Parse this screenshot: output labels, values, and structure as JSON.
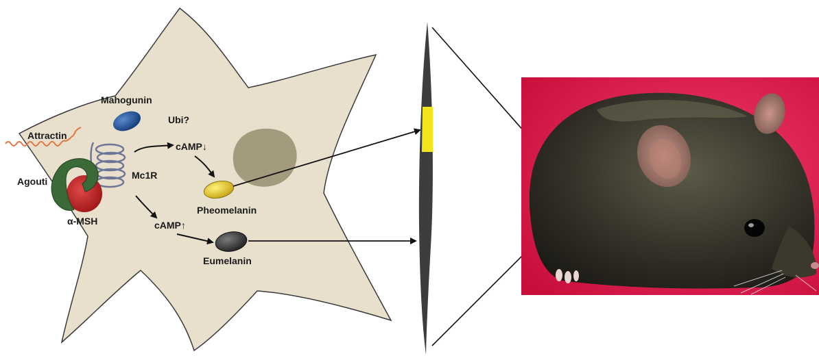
{
  "labels": {
    "mahogunin": "Mahogunin",
    "ubi": "Ubi?",
    "attractin": "Attractin",
    "camp_down": "cAMP↓",
    "mc1r": "Mc1R",
    "agouti": "Agouti",
    "pheomelanin": "Pheomelanin",
    "msh": "α-MSH",
    "camp_up": "cAMP↑",
    "eumelanin": "Eumelanin"
  },
  "colors": {
    "cell_fill": "#e8e0cd",
    "nucleus": "#a49b7e",
    "mahogunin": "#1d4b8c",
    "pheomelanin": "#e3c72c",
    "eumelanin": "#404040",
    "agouti": "#3b6a39",
    "msh": "#c42524",
    "attractin": "#e2763e",
    "receptor": "#6f7596",
    "hair_band": "#f2e51e",
    "photo_bg": "#e4164a"
  },
  "icons": {
    "photo": "mouse-photo"
  }
}
